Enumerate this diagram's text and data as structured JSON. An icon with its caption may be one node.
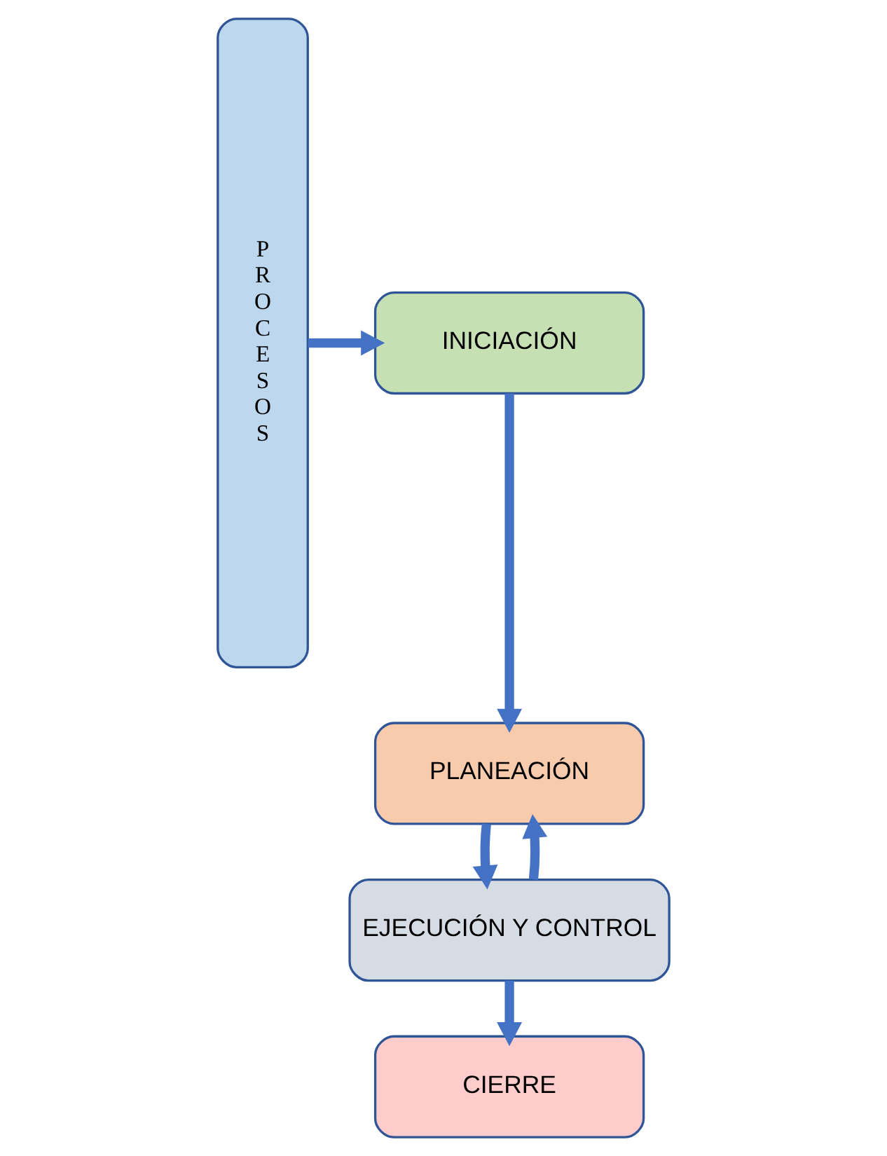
{
  "diagram": {
    "nodes": [
      {
        "text": [
          "PROCESOS"
        ]
      },
      {
        "text": [
          "INICIACIÓN"
        ]
      },
      {
        "text": [
          "PLANEACIÓN"
        ]
      },
      {
        "text": [
          "EJECUCIÓN Y CONTROL"
        ]
      },
      {
        "text": [
          "CIERRE"
        ]
      }
    ],
    "edges": [
      {
        "from": 0,
        "to": 1,
        "arrow": "to"
      },
      {
        "from": 1,
        "to": 2,
        "arrow": "to"
      },
      {
        "from": 3,
        "to": 2,
        "arrow": "to"
      },
      {
        "from": 2,
        "to": 3,
        "arrow": "to"
      },
      {
        "from": 3,
        "to": 4,
        "arrow": "to"
      }
    ]
  }
}
